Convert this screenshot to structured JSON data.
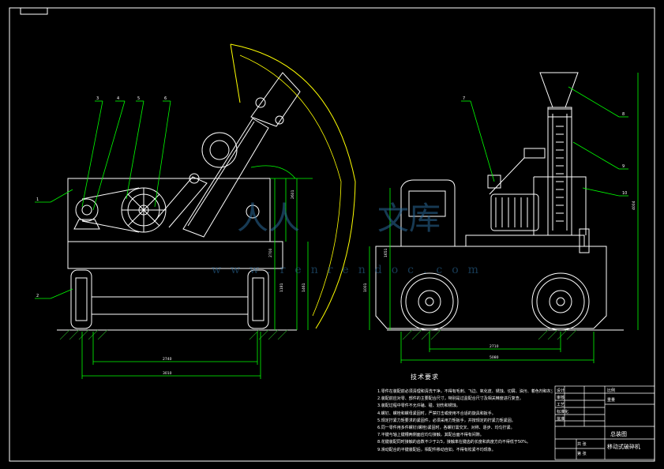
{
  "drawing": {
    "leader_labels": [
      "1",
      "2",
      "3",
      "4",
      "5",
      "6",
      "7",
      "8",
      "9",
      "10"
    ],
    "dimensions": {
      "left_wheel_span": "2740",
      "left_overall_width": "3010",
      "left_height_a": "2700",
      "left_height_b": "1181",
      "left_height_c": "2601",
      "left_height_d": "1461",
      "right_wheelbase": "2710",
      "right_overall": "5080",
      "right_height_a": "1001",
      "right_height_b": "1651",
      "right_height_c": "4004"
    }
  },
  "watermark": {
    "text_left": "人人",
    "text_right": "文库",
    "url": "www.renrendoc.com"
  },
  "technical_requirements": {
    "title": "技术要求",
    "items": [
      "1.零件在装配前必须清理和清洗干净，不得有毛刺、飞边、氧化皮、锈蚀、切屑、油污、着色剂和灰尘等。",
      "2.装配前应对零、部件的主要配合尺寸，特别是过盈配合尺寸及相关精度进行复查。",
      "3.装配过程中零件不允许磕、碰、划伤和锈蚀。",
      "4.螺钉、螺栓和螺母紧固时，严禁打击或使用不合适的旋具和扳手。",
      "5.规定拧紧力矩要求的紧固件，必须采用力矩扳手，并按规定的拧紧力矩紧固。",
      "6.同一零件用多件螺钉(螺栓)紧固时，各螺钉需交叉、对称、逐步、均匀拧紧。",
      "7.平键与轴上键槽两侧面应均匀接触，其配合面不得有间隙。",
      "8.花键装配同时接触的齿数不少于2/3，接触率在键齿的长度和高度方向不得低于50%。",
      "9.滑动配合的平键装配后，相配件移动自如，不得有松紧不均现象。"
    ]
  },
  "title_block": {
    "drawing_title": "总装图",
    "product_name": "移动式破碎机",
    "cells": [
      "设计",
      "审核",
      "工艺",
      "标准化",
      "批准",
      "比例",
      "重量",
      "共 张",
      "第 张"
    ]
  },
  "colors": {
    "background": "#000000",
    "outline": "#ffffff",
    "leader": "#00ff00",
    "dimension": "#00ff00",
    "guard_arc": "#ffff00",
    "frame": "#ffffff"
  }
}
